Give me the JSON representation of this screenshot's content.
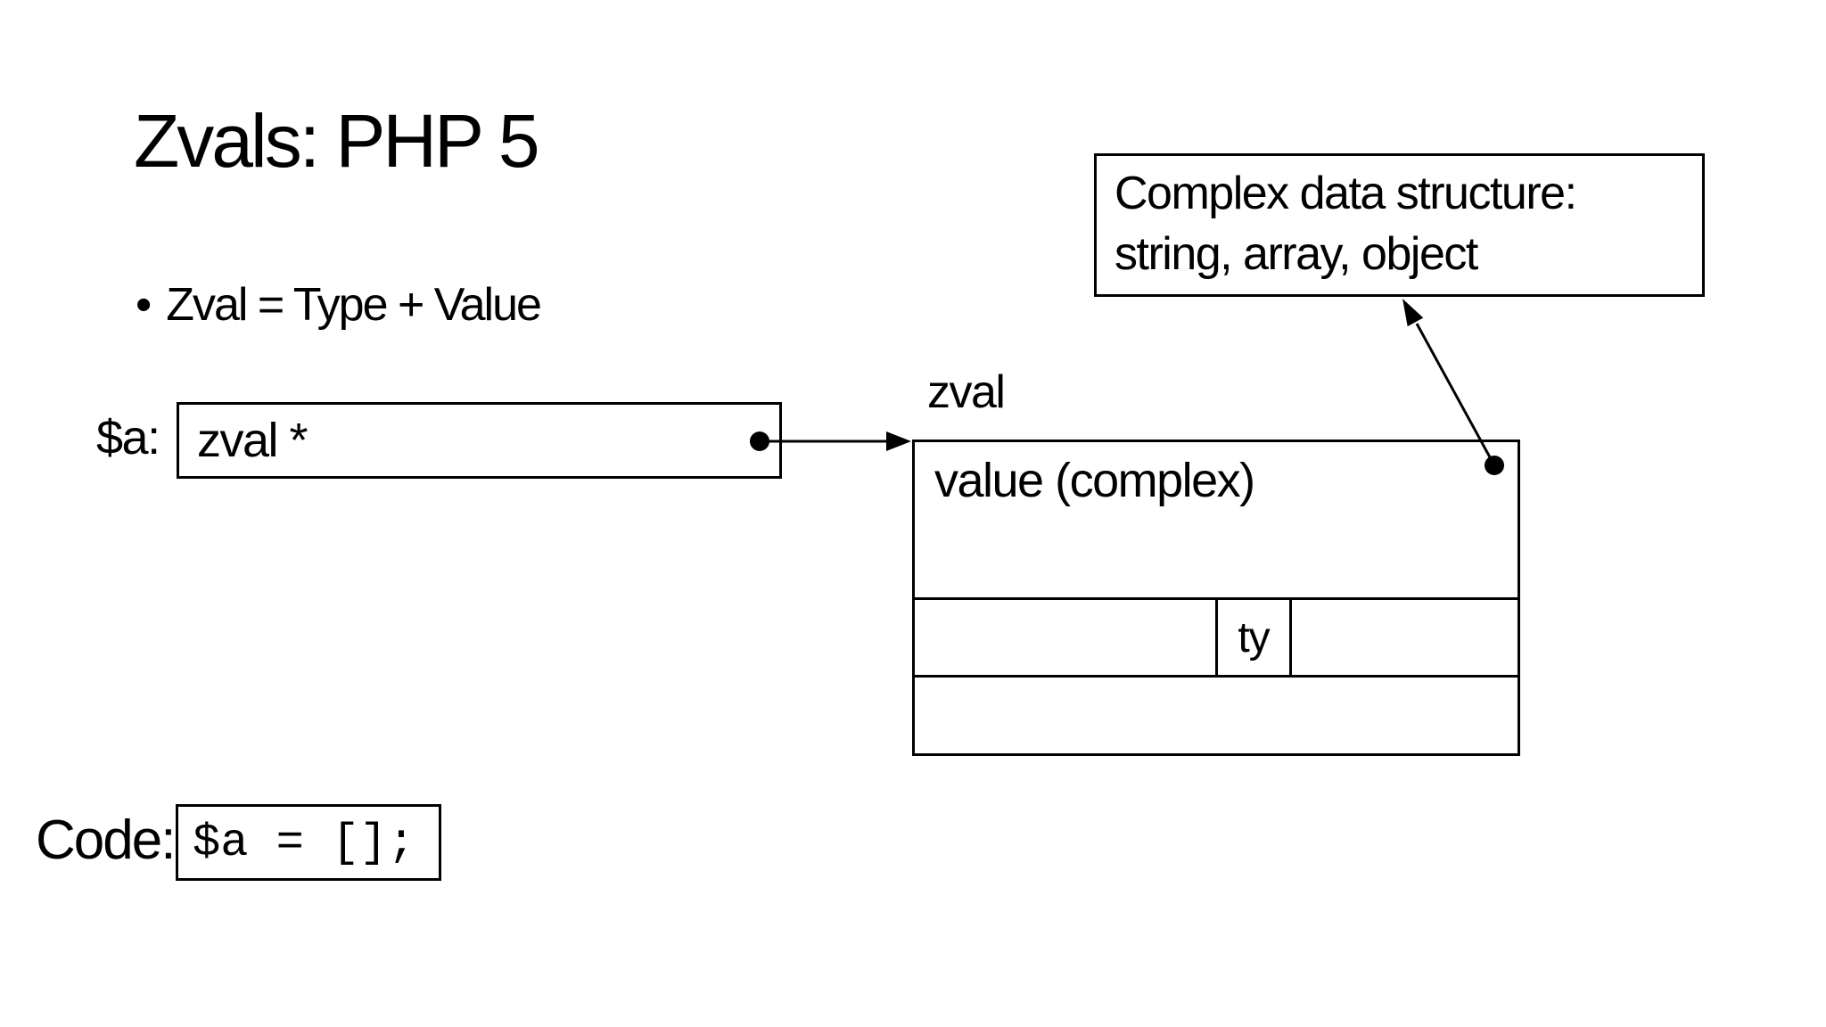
{
  "slide": {
    "title": "Zvals: PHP 5",
    "bullet": {
      "marker": "•",
      "text": "Zval = Type + Value"
    },
    "variable": {
      "label": "$a:",
      "box_text": "zval *"
    },
    "zval_struct": {
      "label": "zval",
      "value_cell": "value (complex)",
      "type_cell": "ty"
    },
    "callout": {
      "line1": "Complex data structure:",
      "line2": "string, array, object"
    },
    "code": {
      "label": "Code:",
      "text": "$a = [];"
    },
    "colors": {
      "ink": "#000000",
      "background": "#ffffff"
    }
  }
}
